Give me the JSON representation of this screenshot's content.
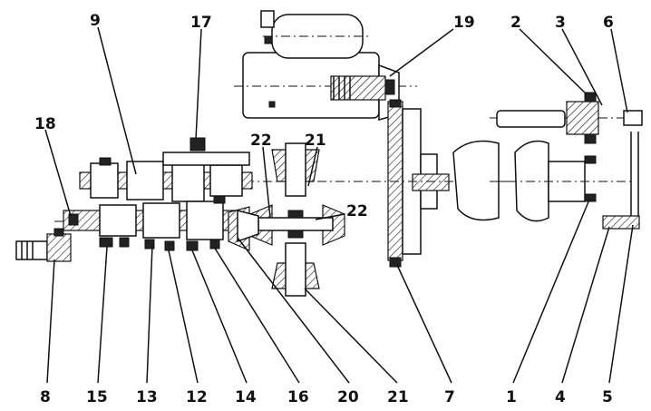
{
  "callouts": {
    "c1": "1",
    "c2": "2",
    "c3": "3",
    "c4": "4",
    "c5": "5",
    "c6": "6",
    "c7": "7",
    "c8": "8",
    "c9": "9",
    "c12": "12",
    "c13": "13",
    "c14": "14",
    "c15": "15",
    "c16": "16",
    "c17": "17",
    "c18": "18",
    "c19": "19",
    "c20": "20",
    "c21a": "21",
    "c21b": "21",
    "c22a": "22",
    "c22b": "22"
  }
}
